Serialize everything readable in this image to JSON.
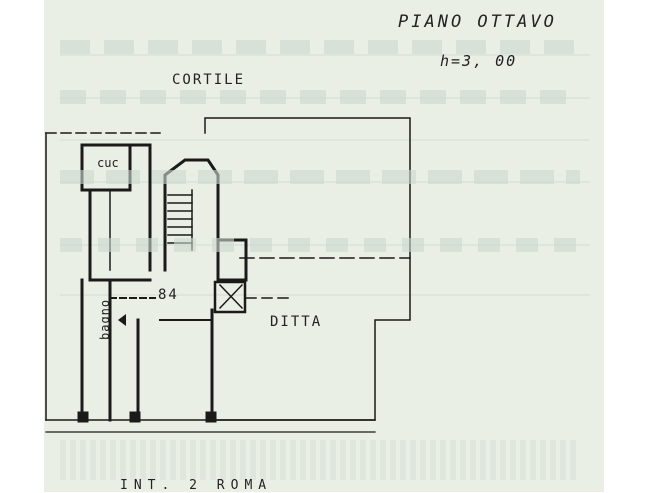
{
  "plan": {
    "floor_title": "PIANO OTTAVO",
    "ceiling_height": "h=3, 00",
    "courtyard_label": "CORTILE",
    "kitchen_label": "cuc",
    "unit_number": "84",
    "company_label": "DITTA",
    "bathroom_label": "bagno",
    "footer_text": "INT. 2 ROMA"
  },
  "colors": {
    "paper": "#e9efe5",
    "ink": "#222222",
    "wall": "#1a1a1a",
    "bleed_through": "#b9c7bc"
  }
}
